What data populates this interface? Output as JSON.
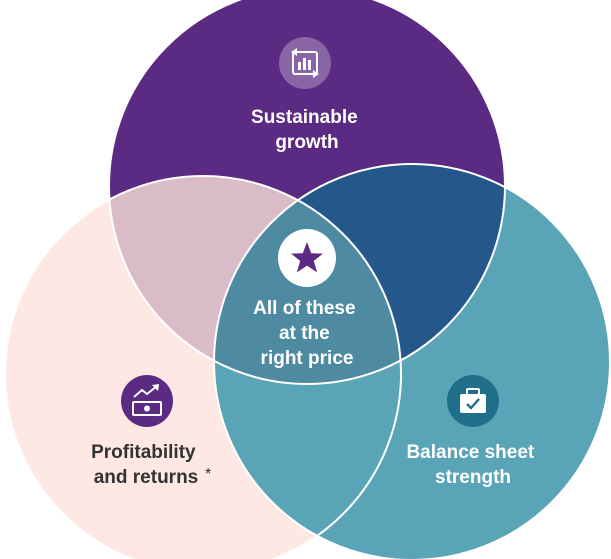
{
  "diagram": {
    "circles": {
      "sustainable_growth": {
        "label_lines": [
          "Sustainable",
          "growth"
        ],
        "fill": "#5b2a82",
        "icon": "bar-chart-arrows-icon"
      },
      "profitability": {
        "label_lines": [
          "Profitability",
          "and returns"
        ],
        "footnote_marker": "*",
        "fill": "#fde8e3",
        "icon": "money-trend-up-icon"
      },
      "balance_sheet": {
        "label_lines": [
          "Balance sheet",
          "strength"
        ],
        "fill": "#5aa4b7",
        "icon": "briefcase-check-icon"
      }
    },
    "center": {
      "label_lines": [
        "All of these",
        "at the",
        "right price"
      ],
      "icon": "star-icon",
      "fill": "#4f8aa3"
    },
    "overlaps": {
      "growth_profitability": "#d9bcc8",
      "growth_balance": "#24588a"
    },
    "accent": "#5b2a82",
    "icon_bg_light": "#ffffff"
  }
}
